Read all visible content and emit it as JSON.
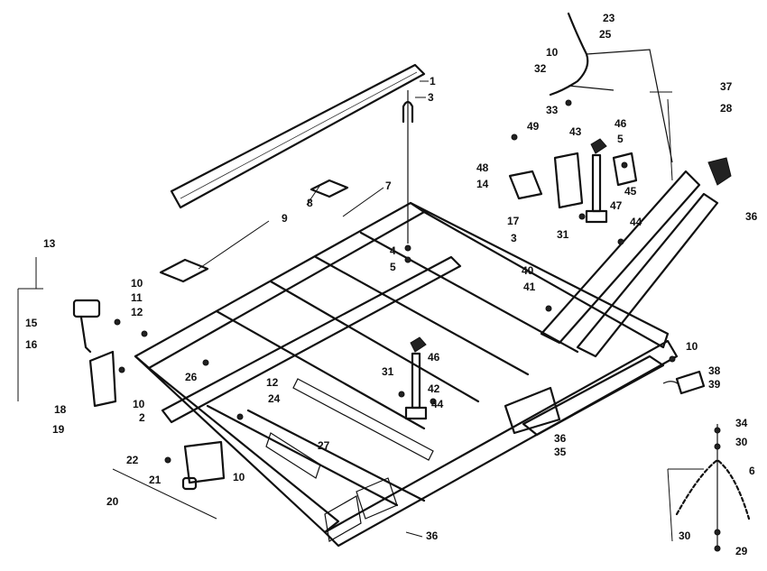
{
  "callouts": [
    {
      "text": "1"
    },
    {
      "text": "3"
    },
    {
      "text": "7"
    },
    {
      "text": "8"
    },
    {
      "text": "9"
    },
    {
      "text": "4"
    },
    {
      "text": "5"
    },
    {
      "text": "13"
    },
    {
      "text": "10"
    },
    {
      "text": "11"
    },
    {
      "text": "12"
    },
    {
      "text": "15"
    },
    {
      "text": "16"
    },
    {
      "text": "18"
    },
    {
      "text": "19"
    },
    {
      "text": "26"
    },
    {
      "text": "10"
    },
    {
      "text": "12"
    },
    {
      "text": "24"
    },
    {
      "text": "2"
    },
    {
      "text": "22"
    },
    {
      "text": "21"
    },
    {
      "text": "10"
    },
    {
      "text": "20"
    },
    {
      "text": "27"
    },
    {
      "text": "36"
    },
    {
      "text": "31"
    },
    {
      "text": "46"
    },
    {
      "text": "42"
    },
    {
      "text": "44"
    },
    {
      "text": "36"
    },
    {
      "text": "35"
    },
    {
      "text": "23"
    },
    {
      "text": "25"
    },
    {
      "text": "10"
    },
    {
      "text": "32"
    },
    {
      "text": "33"
    },
    {
      "text": "49"
    },
    {
      "text": "43"
    },
    {
      "text": "46"
    },
    {
      "text": "5"
    },
    {
      "text": "48"
    },
    {
      "text": "14"
    },
    {
      "text": "45"
    },
    {
      "text": "47"
    },
    {
      "text": "17"
    },
    {
      "text": "3"
    },
    {
      "text": "31"
    },
    {
      "text": "44"
    },
    {
      "text": "37"
    },
    {
      "text": "28"
    },
    {
      "text": "36"
    },
    {
      "text": "40"
    },
    {
      "text": "41"
    },
    {
      "text": "10"
    },
    {
      "text": "38"
    },
    {
      "text": "39"
    },
    {
      "text": "34"
    },
    {
      "text": "30"
    },
    {
      "text": "6"
    },
    {
      "text": "30"
    },
    {
      "text": "29"
    }
  ]
}
